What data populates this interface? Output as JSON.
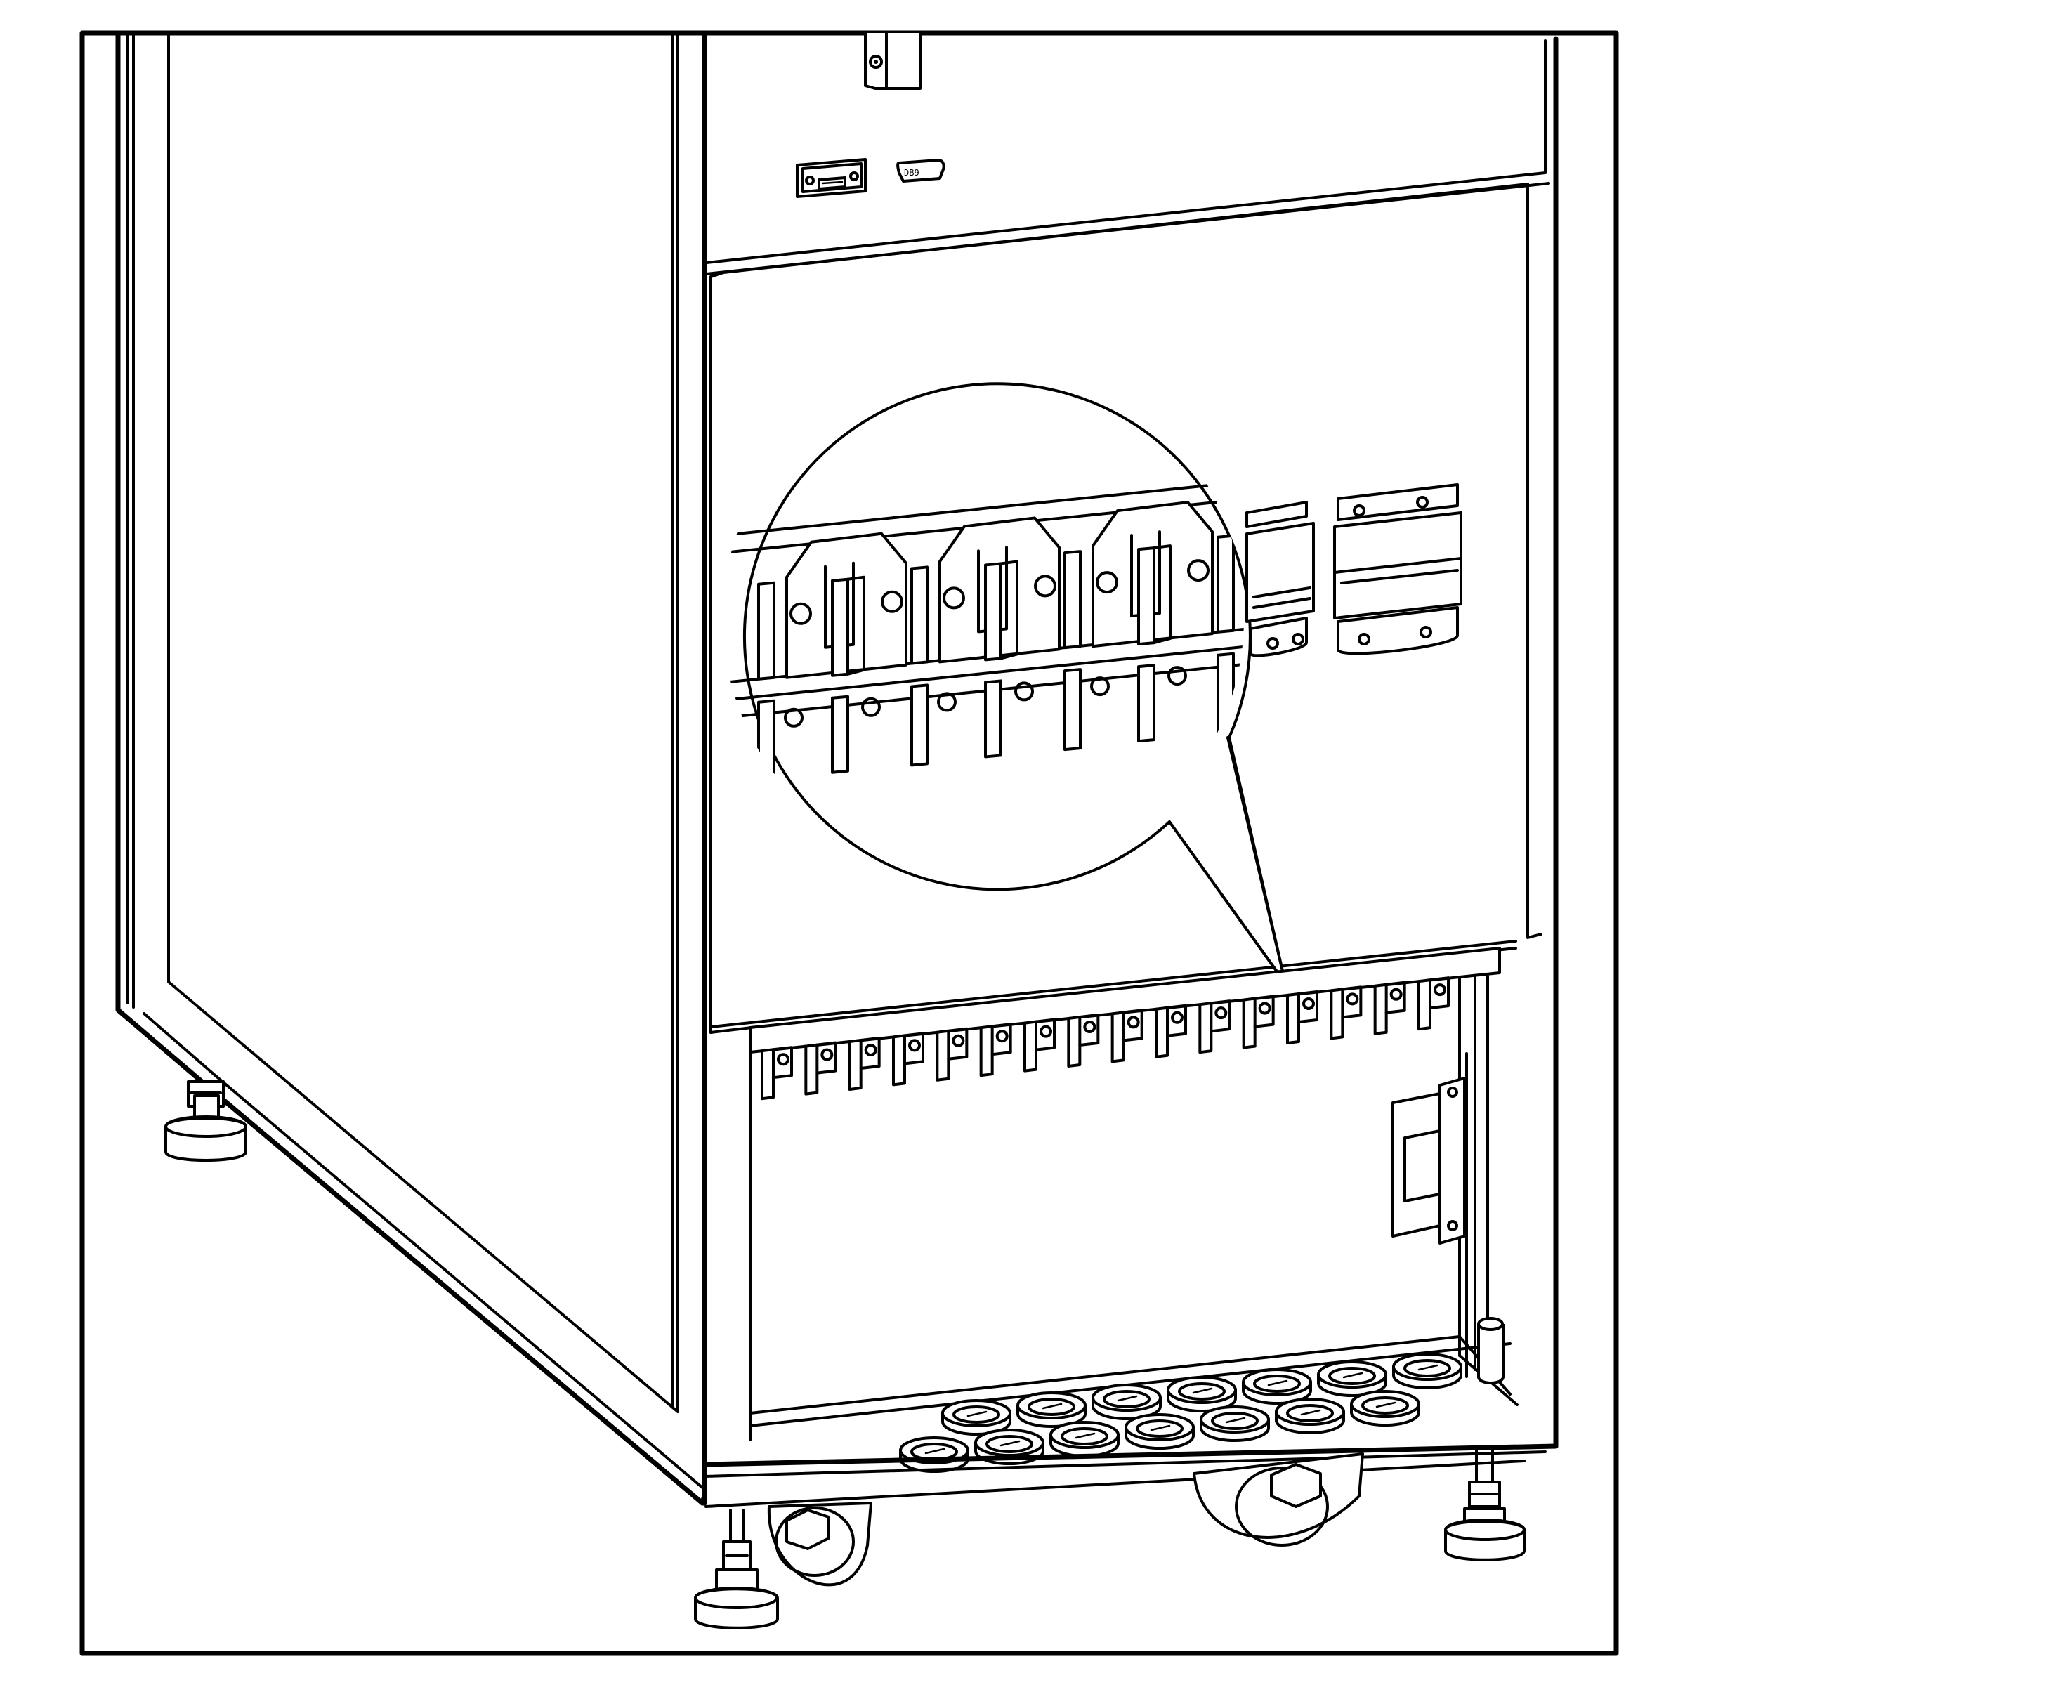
{
  "diagram": {
    "port_label": "DB9",
    "colors": {
      "line": "#000000",
      "background": "#ffffff"
    },
    "cable_gland_count": 14,
    "bottom_terminal_count": 16,
    "zoom_terminal_count": 6
  }
}
